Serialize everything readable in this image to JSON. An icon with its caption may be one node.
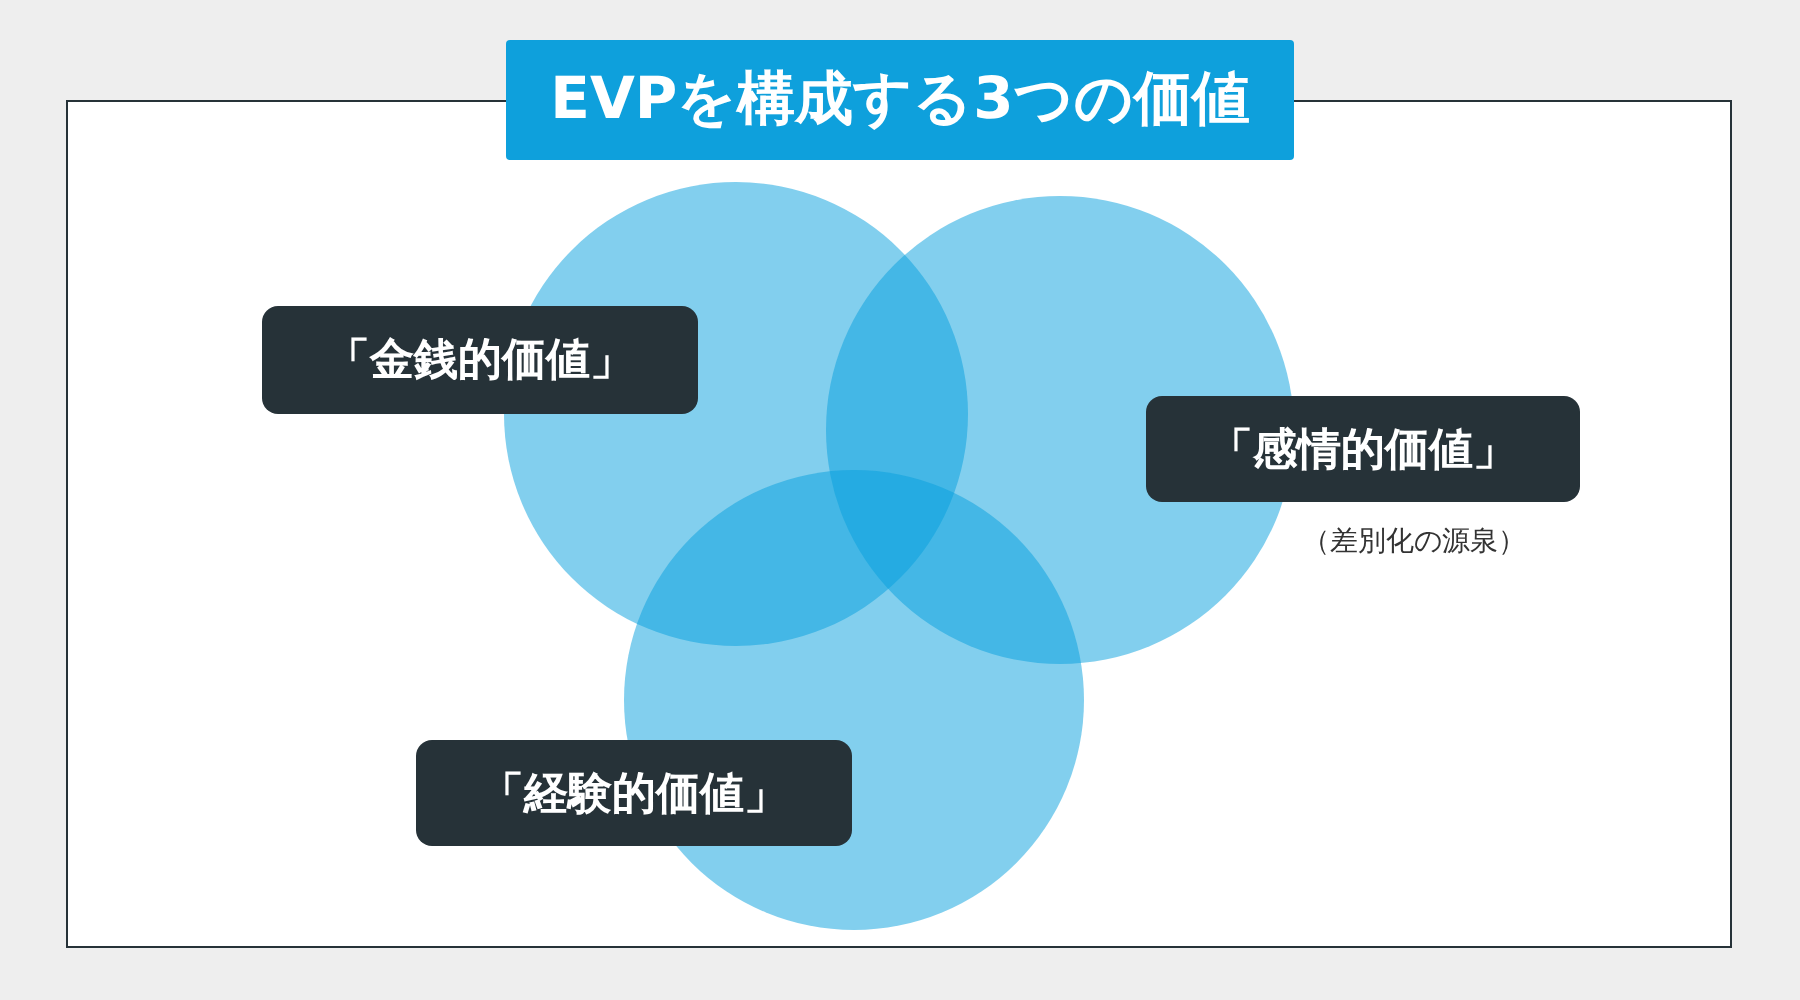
{
  "diagram": {
    "title": "EVPを構成する3つの価値",
    "nodes": [
      {
        "text": [
          "「金銭的価値」"
        ]
      },
      {
        "text": [
          "「感情的価値」"
        ],
        "beside": [
          "（差別化の源泉）"
        ]
      },
      {
        "text": [
          "「経験的価値」"
        ]
      }
    ]
  }
}
